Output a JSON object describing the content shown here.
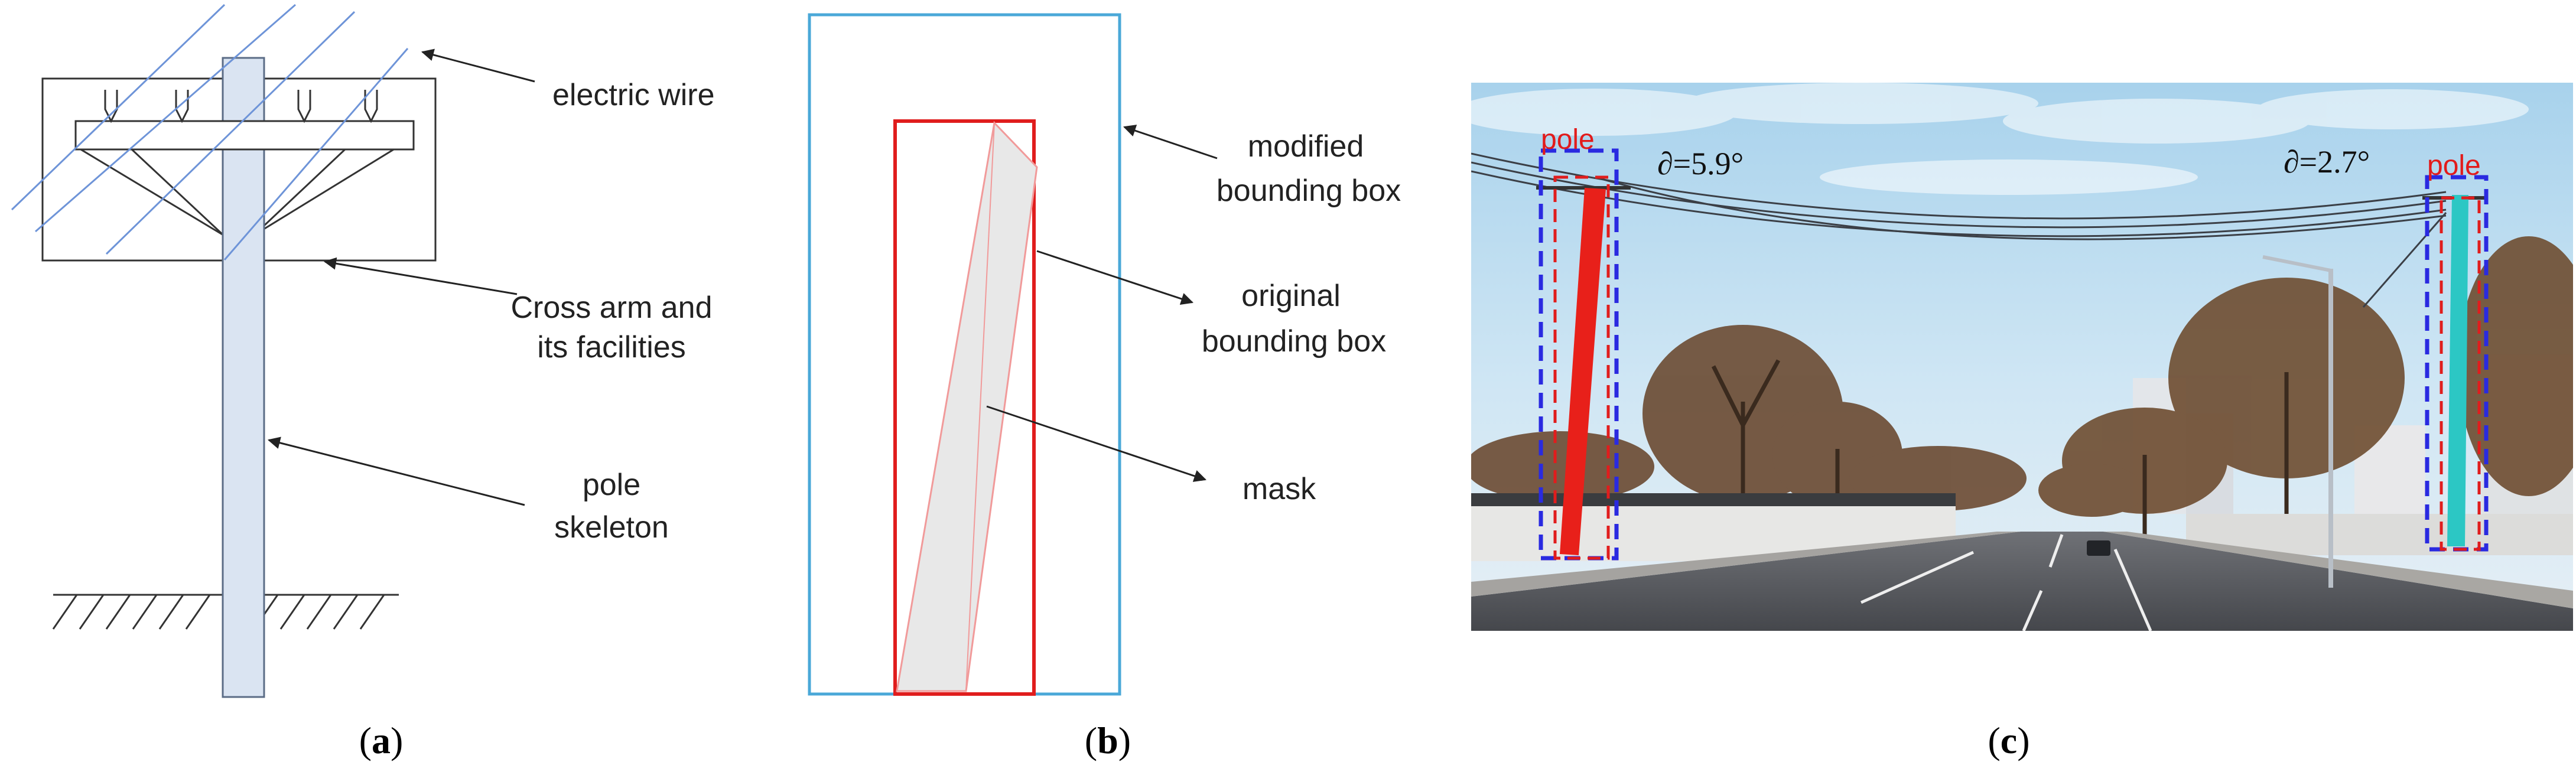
{
  "panel_a": {
    "labels": {
      "electric_wire": "electric wire",
      "cross_arm_1": "Cross arm and",
      "cross_arm_2": "its facilities",
      "pole_1": "pole",
      "pole_2": "skeleton"
    },
    "caption": {
      "open": "(",
      "letter": "a",
      "close": ")"
    }
  },
  "panel_b": {
    "labels": {
      "modified_1": "modified",
      "modified_2": "bounding box",
      "original_1": "original",
      "original_2": "bounding box",
      "mask": "mask"
    },
    "caption": {
      "open": "(",
      "letter": "b",
      "close": ")"
    }
  },
  "panel_c": {
    "left_pole": {
      "class_label": "pole",
      "angle_label": "∂=5.9°"
    },
    "right_pole": {
      "class_label": "pole",
      "angle_label": "∂=2.7°"
    },
    "caption": {
      "open": "(",
      "letter": "c",
      "close": ")"
    }
  },
  "colors": {
    "pole_fill": "#dae4f2",
    "modified_box": "#4aa8d8",
    "original_box": "#e01d1d",
    "mask_fill": "#e8e8e8",
    "detect_box": "#2a2ae0",
    "left_mask": "#e8201a",
    "right_mask": "#2cc7c4"
  }
}
